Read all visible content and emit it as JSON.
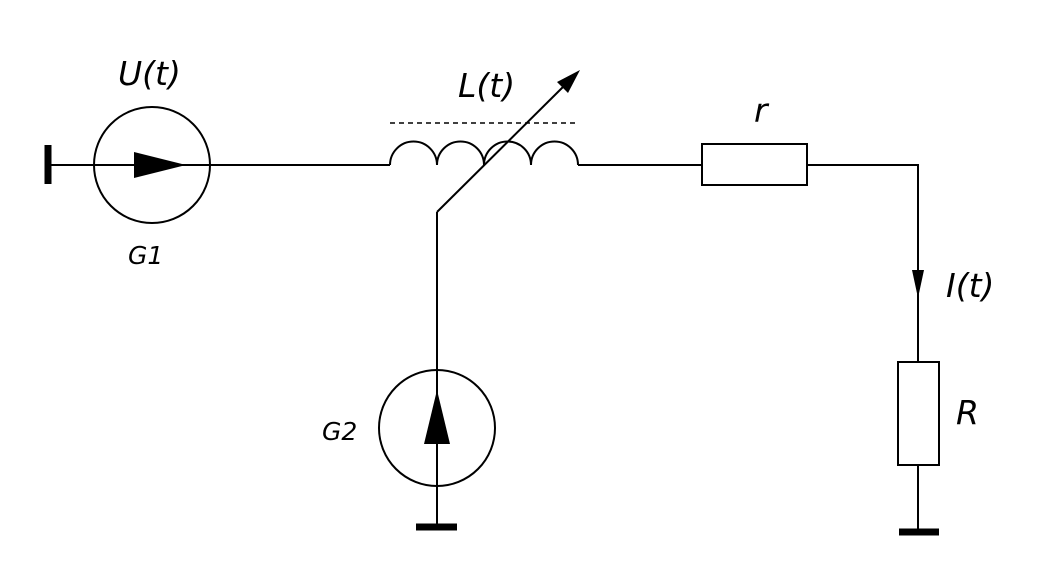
{
  "labels": {
    "source1_voltage": "U(t)",
    "source1_name": "G1",
    "inductor": "L(t)",
    "resistor_small": "r",
    "current": "I(t)",
    "resistor_large": "R",
    "source2_name": "G2"
  }
}
